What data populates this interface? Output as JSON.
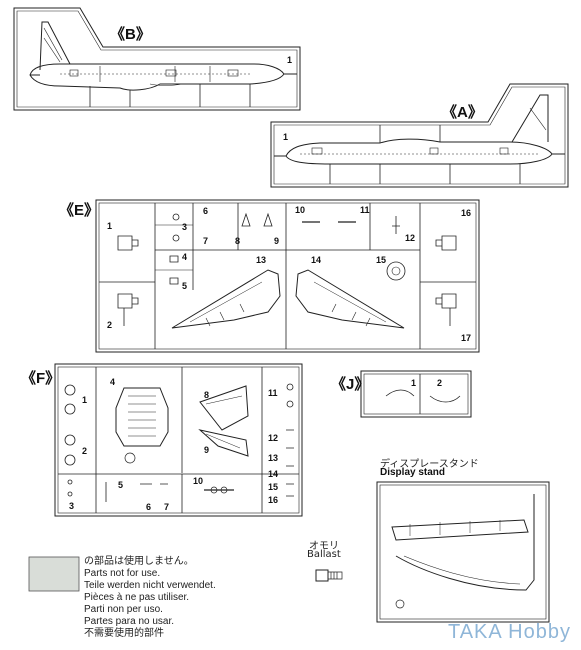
{
  "sprues": {
    "B": {
      "label": "《B》",
      "parts": [
        "1"
      ]
    },
    "A": {
      "label": "《A》",
      "parts": [
        "1"
      ]
    },
    "E": {
      "label": "《E》",
      "parts": [
        "1",
        "2",
        "3",
        "4",
        "5",
        "6",
        "7",
        "8",
        "9",
        "10",
        "11",
        "12",
        "13",
        "14",
        "15",
        "16",
        "17"
      ]
    },
    "F": {
      "label": "《F》",
      "parts": [
        "1",
        "2",
        "3",
        "4",
        "5",
        "6",
        "7",
        "8",
        "9",
        "10",
        "11",
        "12",
        "13",
        "14",
        "15",
        "16"
      ]
    },
    "J": {
      "label": "《J》",
      "parts": [
        "1",
        "2"
      ]
    }
  },
  "legend": {
    "lines": [
      "の部品は使用しません。",
      "Parts not for use.",
      "Teile werden nicht verwendet.",
      "Pièces à ne pas utiliser.",
      "Parti non per uso.",
      "Partes para no usar.",
      "不需要使用的部件"
    ],
    "swatch_color": "#d9ddd8"
  },
  "ballast": {
    "jp": "オモリ",
    "en": "Ballast"
  },
  "display_stand": {
    "jp": "ディスプレースタンド",
    "en": "Display stand"
  },
  "watermark": {
    "text": "TAKA Hobby",
    "color": "#8fb6d8"
  }
}
